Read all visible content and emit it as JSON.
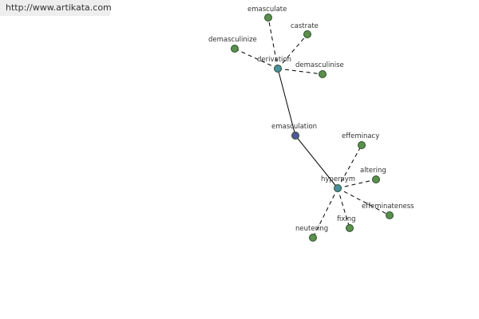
{
  "site_url": "http://www.artikata.com",
  "colors": {
    "word_node": "#5a8f4c",
    "relation_node": "#4a8fa0",
    "center_node": "#52569a",
    "node_stroke": "#2f4f2f",
    "edge": "#000000",
    "label": "#333333"
  },
  "graph": {
    "center": {
      "id": "emasculation",
      "label": "emasculation",
      "kind": "center"
    },
    "relations": [
      {
        "id": "derivation",
        "label": "derivation",
        "kind": "relation",
        "words": [
          "emasculate",
          "castrate",
          "demasculinize",
          "demasculinise"
        ]
      },
      {
        "id": "hypernym",
        "label": "hypernym",
        "kind": "relation",
        "words": [
          "effeminacy",
          "altering",
          "effeminateness",
          "fixing",
          "neutering"
        ]
      }
    ]
  }
}
